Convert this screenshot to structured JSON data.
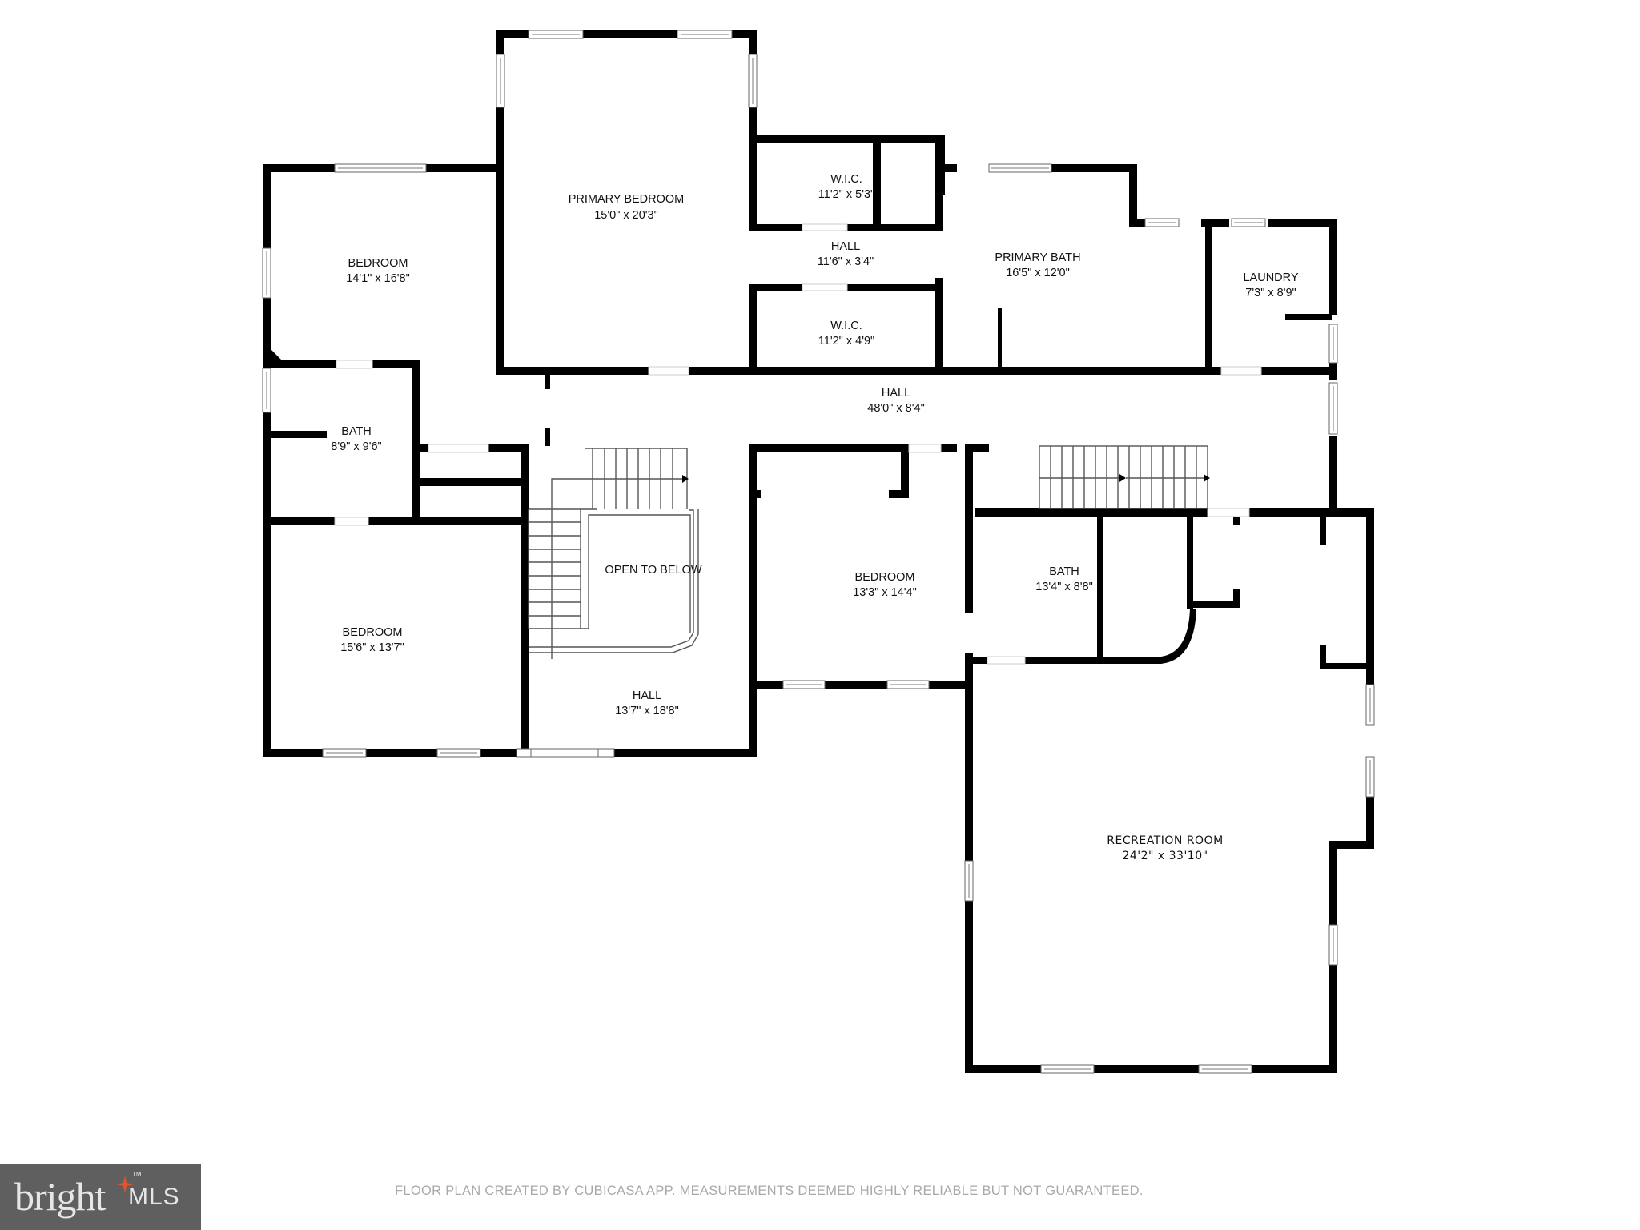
{
  "floor_plan": {
    "rooms": [
      {
        "id": "primary-bedroom",
        "name": "PRIMARY BEDROOM",
        "dimensions": "15'0\" x 20'3\""
      },
      {
        "id": "wic-upper",
        "name": "W.I.C.",
        "dimensions": "11'2\" x 5'3\""
      },
      {
        "id": "hall-small",
        "name": "HALL",
        "dimensions": "11'6\" x 3'4\""
      },
      {
        "id": "wic-lower",
        "name": "W.I.C.",
        "dimensions": "11'2\" x 4'9\""
      },
      {
        "id": "primary-bath",
        "name": "PRIMARY BATH",
        "dimensions": "16'5\" x 12'0\""
      },
      {
        "id": "laundry",
        "name": "LAUNDRY",
        "dimensions": "7'3\" x 8'9\""
      },
      {
        "id": "bedroom-nw",
        "name": "BEDROOM",
        "dimensions": "14'1\" x 16'8\""
      },
      {
        "id": "bath-west",
        "name": "BATH",
        "dimensions": "8'9\" x 9'6\""
      },
      {
        "id": "hall-main",
        "name": "HALL",
        "dimensions": "48'0\" x 8'4\""
      },
      {
        "id": "bedroom-sw",
        "name": "BEDROOM",
        "dimensions": "15'6\" x 13'7\""
      },
      {
        "id": "open-to-below",
        "name": "OPEN TO BELOW",
        "dimensions": ""
      },
      {
        "id": "hall-foyer",
        "name": "HALL",
        "dimensions": "13'7\" x 18'8\""
      },
      {
        "id": "bedroom-center",
        "name": "BEDROOM",
        "dimensions": "13'3\" x 14'4\""
      },
      {
        "id": "bath-center",
        "name": "BATH",
        "dimensions": "13'4\" x 8'8\""
      },
      {
        "id": "recreation-room",
        "name": "RECREATION ROOM",
        "dimensions": "24'2\" x 33'10\""
      }
    ],
    "colors": {
      "wall": "#000000",
      "background": "#ffffff",
      "logo_bg": "#5f5f5f",
      "logo_accent": "#e0552b",
      "disclaimer": "#a9a9a9"
    }
  },
  "footer": {
    "logo": {
      "brand": "bright",
      "suffix": "MLS",
      "trademark": "TM"
    },
    "disclaimer": "FLOOR PLAN CREATED BY CUBICASA APP. MEASUREMENTS DEEMED HIGHLY RELIABLE BUT NOT GUARANTEED."
  }
}
